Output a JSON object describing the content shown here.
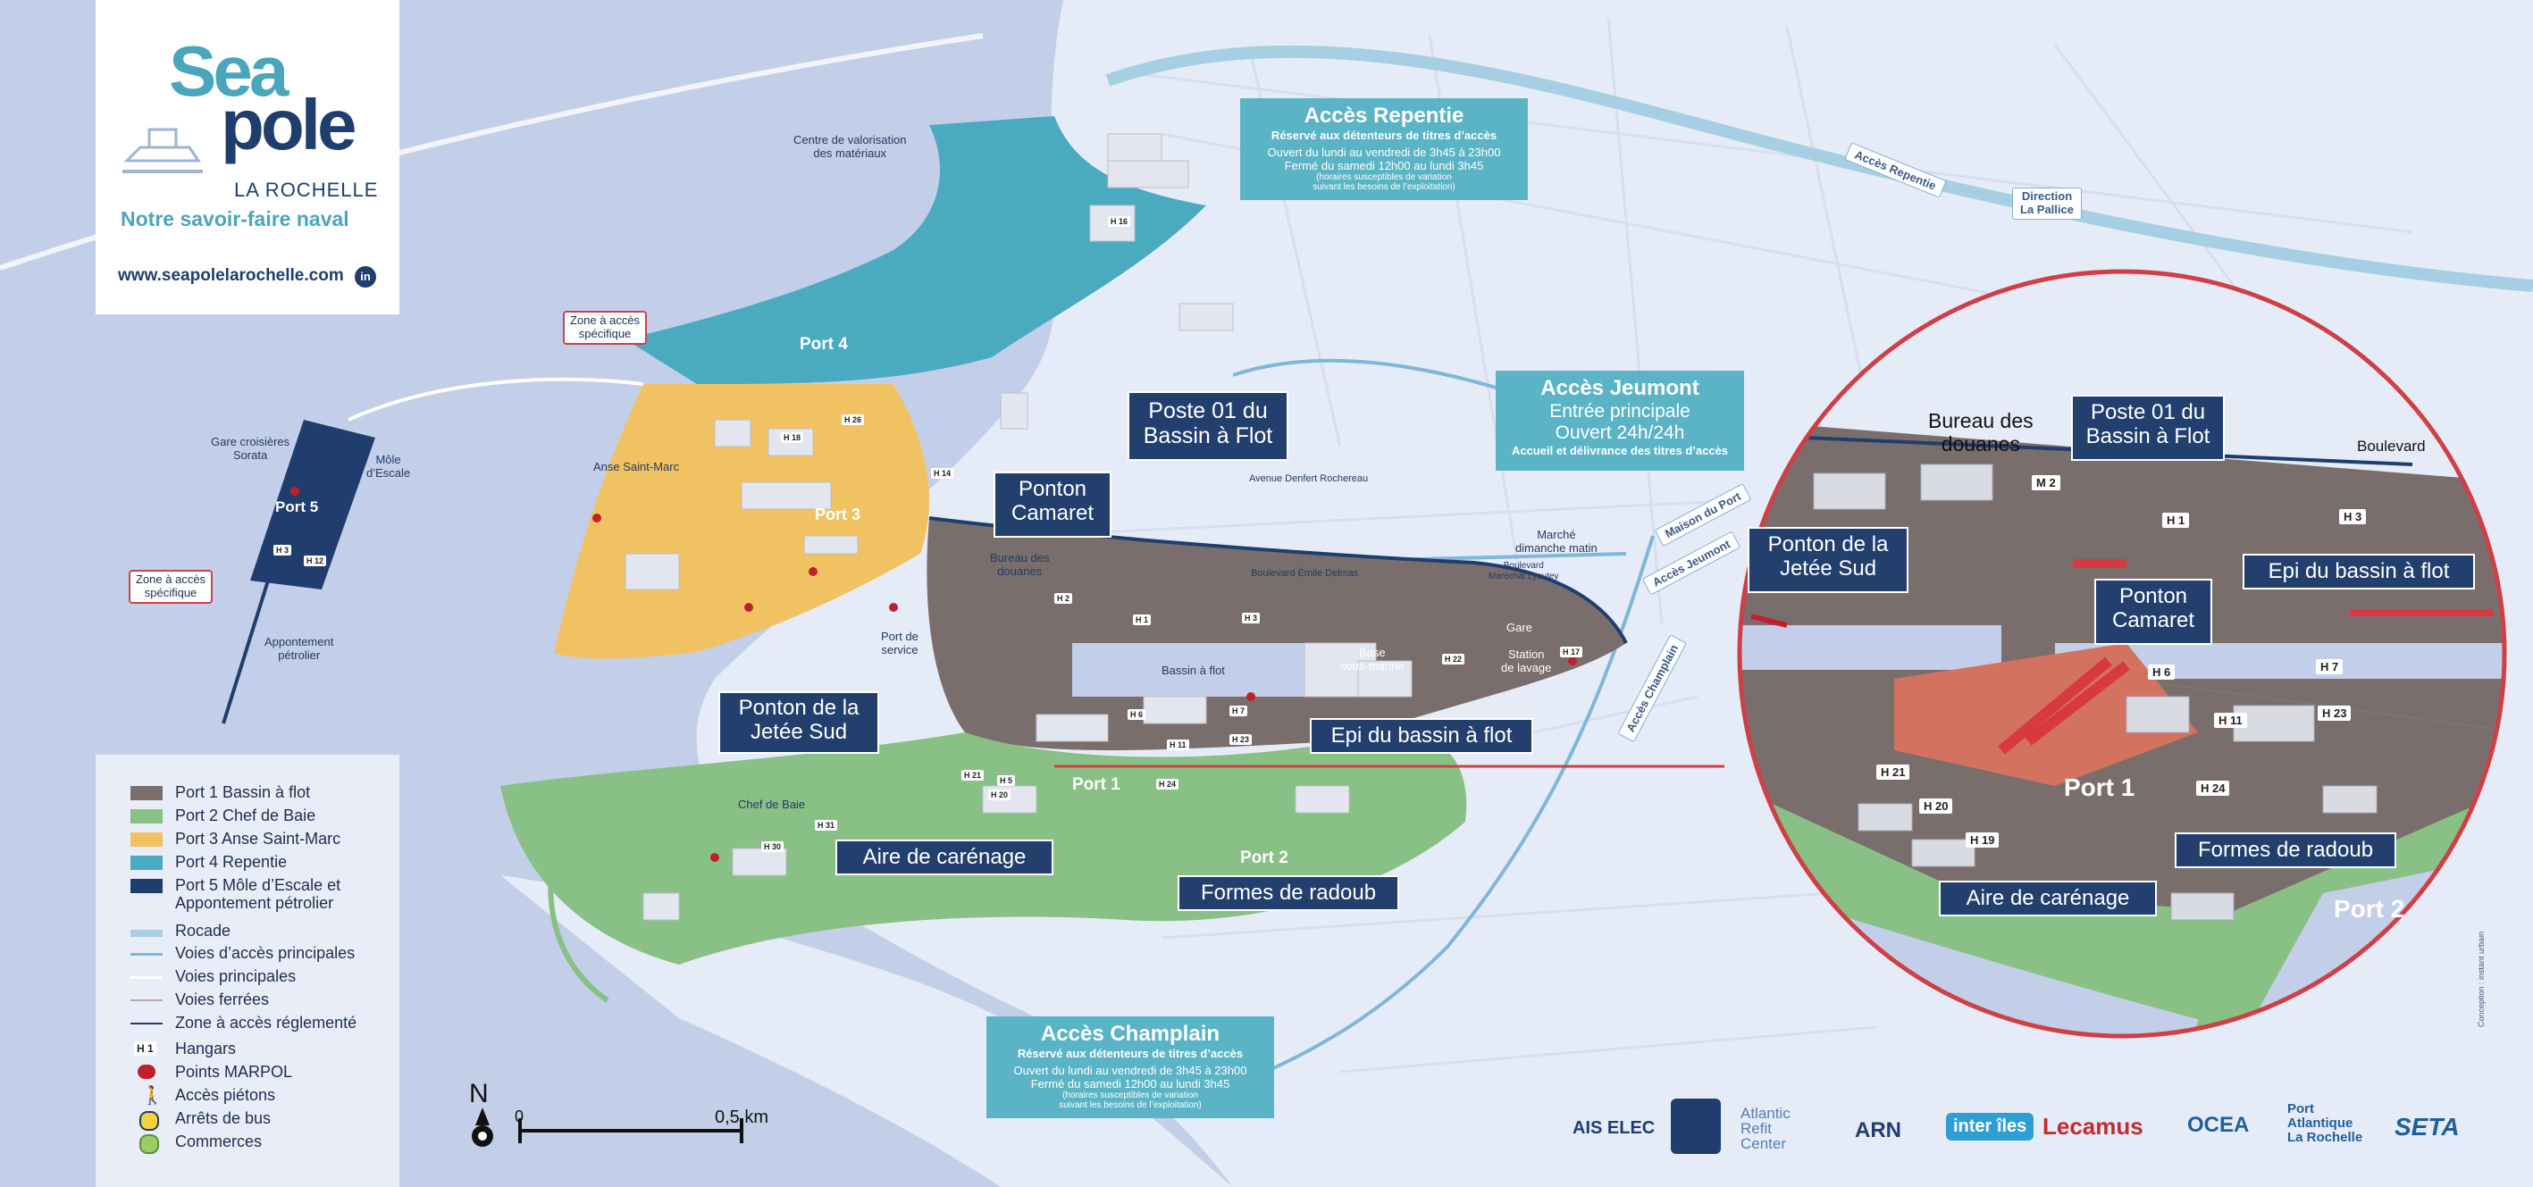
{
  "brand": {
    "logo_word1": "Sea",
    "logo_word2": "pole",
    "city": "LA ROCHELLE",
    "tagline": "Notre savoir-faire naval",
    "website": "www.seapolelarochelle.com",
    "social_icon": "linkedin-icon"
  },
  "colors": {
    "port1": "#7a6e6d",
    "port2": "#88c085",
    "port3": "#f1c262",
    "port4": "#4aabc0",
    "port5": "#1f3e6e",
    "sea": "#c3cfe8",
    "land": "#e6ecf7",
    "callout": "#223f6e",
    "access_box": "#5ab4c6",
    "marpol": "#c0202b",
    "zoom_ring": "#cf3f45"
  },
  "legend": {
    "ports": [
      {
        "label": "Port 1 Bassin à flot",
        "color": "#7a6e6d"
      },
      {
        "label": "Port 2 Chef de Baie",
        "color": "#88c085"
      },
      {
        "label": "Port 3 Anse Saint-Marc",
        "color": "#f1c262"
      },
      {
        "label": "Port 4 Repentie",
        "color": "#4aabc0"
      },
      {
        "label": "Port 5 Môle d’Escale et",
        "label2": "Appontement pétrolier",
        "color": "#1f3e6e"
      }
    ],
    "lines": [
      {
        "label": "Rocade",
        "color": "#a7cfe3"
      },
      {
        "label": "Voies d’accès principales",
        "color": "#7fb7d8"
      },
      {
        "label": "Voies principales",
        "color": "#ffffff"
      },
      {
        "label": "Voies ferrées",
        "color": "#b7a4b6"
      },
      {
        "label": "Zone à accès réglementé",
        "color": "#1f3e6e"
      }
    ],
    "symbols": [
      {
        "badge": "H 1",
        "label": "Hangars"
      },
      {
        "label": "Points MARPOL",
        "icon": "marpol-point-icon"
      },
      {
        "label": "Accès piétons",
        "icon": "pedestrian-icon"
      },
      {
        "label": "Arrêts de bus",
        "icon": "bus-stop-icon"
      },
      {
        "label": "Commerces",
        "icon": "shop-icon"
      }
    ]
  },
  "scale": {
    "north": "N",
    "zero": "0",
    "distance": "0,5 km"
  },
  "ports": {
    "port1": "Port 1",
    "port2": "Port 2",
    "port3": "Port 3",
    "port4": "Port 4",
    "port5": "Port 5"
  },
  "callouts": {
    "poste01": [
      "Poste 01 du",
      "Bassin à Flot"
    ],
    "ponton_camaret": [
      "Ponton",
      "Camaret"
    ],
    "ponton_jetee": [
      "Ponton de la",
      "Jetée Sud"
    ],
    "epi": "Epi du bassin à flot",
    "aire": "Aire de carénage",
    "formes": "Formes de radoub"
  },
  "access": {
    "repentie": {
      "title": "Accès Repentie",
      "sub": "Réservé aux détenteurs de titres d’accès",
      "lines": [
        "Ouvert du lundi au vendredi de 3h45 à 23h00",
        "Fermé du samedi 12h00 au lundi 3h45"
      ],
      "notes": [
        "(horaires susceptibles de variation",
        "suivant les besoins de l’exploitation)"
      ]
    },
    "jeumont": {
      "title": "Accès Jeumont",
      "lines": [
        "Entrée principale",
        "Ouvert 24h/24h"
      ],
      "sub": "Accueil et délivrance des titres d’accès"
    },
    "champlain": {
      "title": "Accès Champlain",
      "sub": "Réservé aux détenteurs de titres d’accès",
      "lines": [
        "Ouvert du lundi au vendredi de 3h45 à 23h00",
        "Fermé du samedi 12h00 au lundi 3h45"
      ],
      "notes": [
        "(horaires susceptibles de variation",
        "suivant les besoins de l’exploitation)"
      ]
    }
  },
  "road_signs": {
    "repentie": "Accès Repentie",
    "direction": [
      "Direction",
      "La Pallice"
    ],
    "maison_port": "Maison du Port",
    "jeumont": "Accès Jeumont",
    "champlain": "Accès Champlain"
  },
  "zones": {
    "zone1": [
      "Zone à accès",
      "spécifique"
    ],
    "zone2": [
      "Zone à accès",
      "spécifique"
    ]
  },
  "places": {
    "centre": [
      "Centre de valorisation",
      "des matériaux"
    ],
    "gare_croisieres": [
      "Gare croisières",
      "Sorata"
    ],
    "mole": [
      "Môle",
      "d’Escale"
    ],
    "appontement": [
      "Appontement",
      "pétrolier"
    ],
    "anse": "Anse Saint-Marc",
    "bureau_douanes": [
      "Bureau des",
      "douanes"
    ],
    "port_service": [
      "Port de",
      "service"
    ],
    "bassin": "Bassin à flot",
    "base": [
      "Base",
      "sous-marine"
    ],
    "gare": "Gare",
    "station": [
      "Station",
      "de lavage"
    ],
    "chef_baie": "Chef de Baie",
    "marche": [
      "Marché",
      "dimanche matin"
    ],
    "boulevard": [
      "Boulevard",
      "Maréchal Lyautey"
    ],
    "avenue_denfert": "Avenue Denfert Rochereau",
    "bd_delmas": "Boulevard Émile Delmas"
  },
  "hangars": [
    "H 16",
    "H 26",
    "H 18",
    "H 14",
    "H 2",
    "H 1",
    "H 3",
    "H 5",
    "H 6",
    "H 7",
    "H 11",
    "H 23",
    "H 22",
    "H 17",
    "H 21",
    "H 20",
    "H 24",
    "H 31",
    "H 30",
    "H 12",
    "H 3"
  ],
  "zoom": {
    "bureau": [
      "Bureau des",
      "douanes"
    ],
    "boulevard": "Boulevard",
    "port1": "Port 1",
    "port2": "Port 2",
    "hangars": [
      "M 2",
      "H 1",
      "H 3",
      "H 6",
      "H 7",
      "H 11",
      "H 23",
      "H 21",
      "H 20",
      "H 19",
      "H 24"
    ]
  },
  "sponsors": [
    "AIS ELEC",
    "Atlantic",
    "Refit",
    "Center",
    "ARN",
    "inter îles",
    "Lecamus",
    "OCEA",
    "Port",
    "Atlantique",
    "La Rochelle",
    "SETA"
  ],
  "credit": "Conception : instant urbain"
}
